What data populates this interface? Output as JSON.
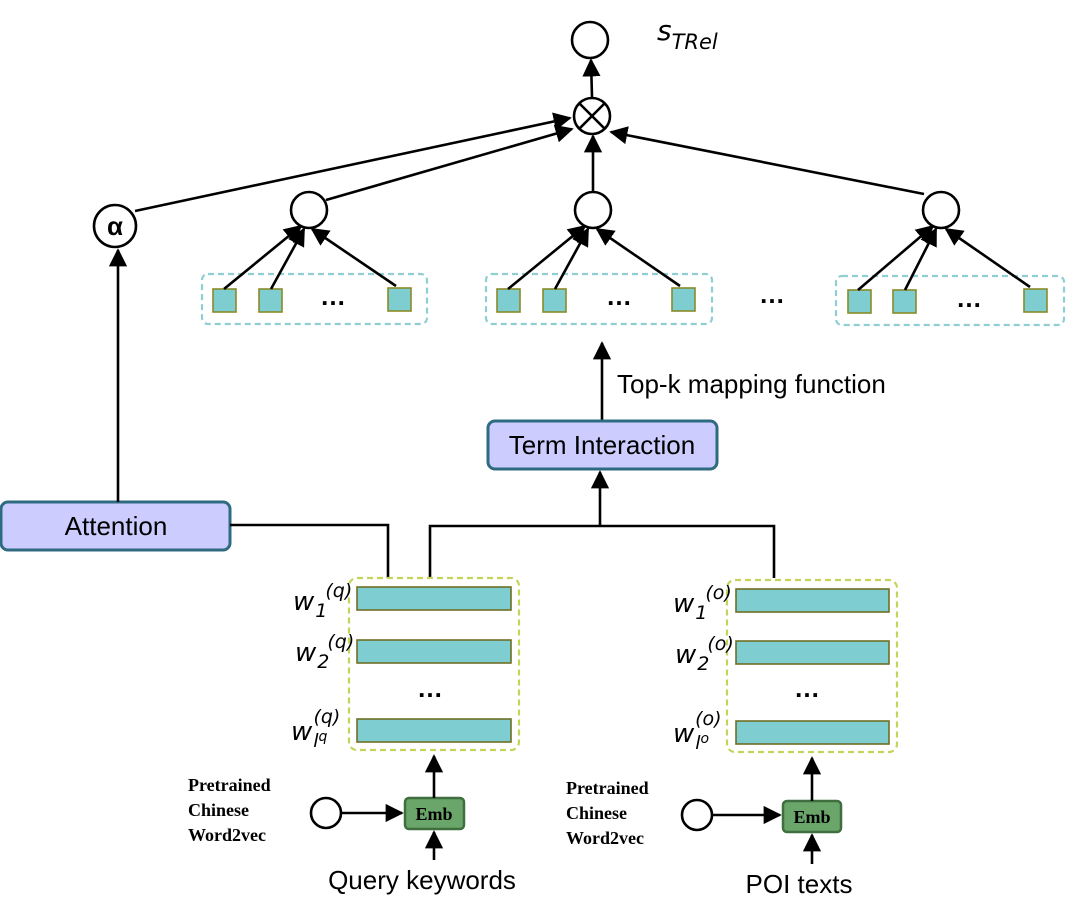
{
  "output_label": {
    "base": "s",
    "sub": "TRel"
  },
  "alpha_symbol": "α",
  "ellipsis": "…",
  "mid_ellipsis": "…",
  "top_k_label": "Top-k mapping function",
  "term_interaction_label": "Term Interaction",
  "attention_label": "Attention",
  "query_words": [
    {
      "base": "w",
      "sub": "1",
      "sup": "(q)"
    },
    {
      "base": "w",
      "sub": "2",
      "sup": "(q)"
    },
    {
      "base": "w",
      "sub": "l",
      "subsup": "q",
      "sup": "(q)"
    }
  ],
  "poi_words": [
    {
      "base": "w",
      "sub": "1",
      "sup": "(o)"
    },
    {
      "base": "w",
      "sub": "2",
      "sup": "(o)"
    },
    {
      "base": "w",
      "sub": "l",
      "subsup": "o",
      "sup": "(o)"
    }
  ],
  "pretrained_lines": [
    "Pretrained",
    "Chinese",
    "Word2vec"
  ],
  "emb_label": "Emb",
  "query_input_label": "Query keywords",
  "poi_input_label": "POI texts",
  "colors": {
    "cell_fill": "#7ecdd0",
    "module_fill": "#ccccff",
    "module_stroke": "#2f6b80",
    "emb_fill": "#6aa56a",
    "cyan_dash": "#8fcfd2",
    "green_dash": "#c6d35a"
  }
}
